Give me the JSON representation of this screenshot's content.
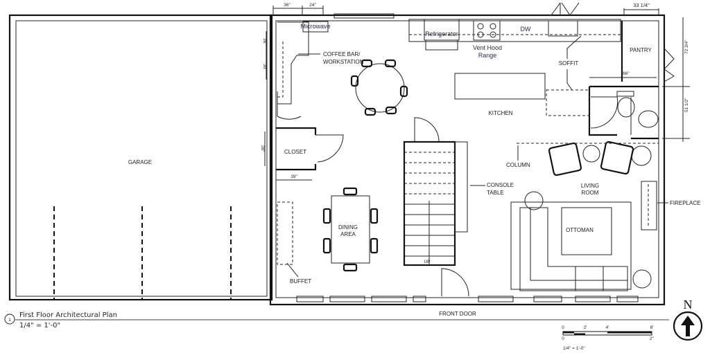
{
  "plan": {
    "title": "First Floor Architectural Plan",
    "scale": "1/4\" = 1'-0\"",
    "view_number": "1",
    "north_label": "N"
  },
  "rooms": {
    "garage": "GARAGE",
    "kitchen": "KITCHEN",
    "pantry": "PANTRY",
    "closet": "CLOSET",
    "dining_line1": "DINING",
    "dining_line2": "AREA",
    "living_line1": "LIVING",
    "living_line2": "ROOM"
  },
  "labels": {
    "microwave": "Microwave",
    "refrigerator": "Refrigerator",
    "dw": "DW",
    "vent_hood": "Vent Hood",
    "range": "Range",
    "coffee_bar_line1": "COFFEE BAR/",
    "coffee_bar_line2": "WORKSTATION",
    "soffit": "SOFFIT",
    "column": "COLUMN",
    "console_line1": "CONSOLE",
    "console_line2": "TABLE",
    "ottoman": "OTTOMAN",
    "fireplace": "FIREPLACE",
    "buffet": "BUFFET",
    "front_door": "FRONT DOOR",
    "up": "UP"
  },
  "dimensions": {
    "top_36": "36\"",
    "top_24": "24\"",
    "top_right": "33 1/4\"",
    "left_36": "36\"",
    "left_30": "30\"",
    "closet_36": "36\"",
    "closet_39": "39\"",
    "pantry_66": "66\"",
    "right_72": "72 3/4\"",
    "right_51": "51 1/2\""
  },
  "scale_bar": {
    "ticks_top": [
      "0",
      "2'",
      "4'",
      "8'"
    ],
    "ticks_bottom": [
      "0",
      "2\""
    ],
    "caption": "1/4\" = 1'-0\""
  }
}
